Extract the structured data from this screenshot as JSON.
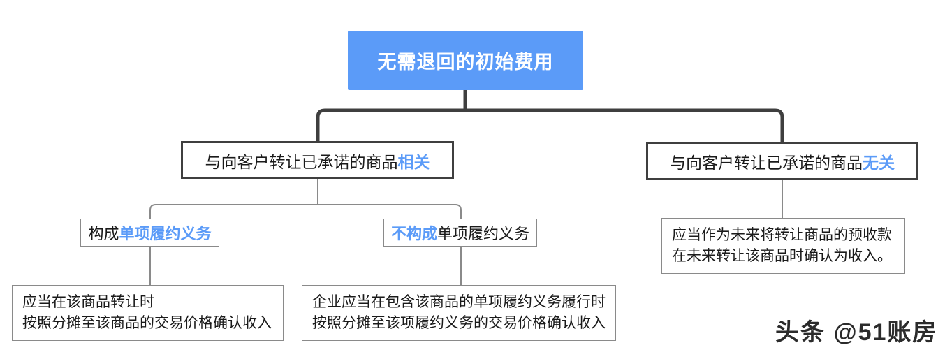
{
  "diagram": {
    "title_node": {
      "text": "无需退回的初始费用",
      "fill": "#5b9bf8",
      "text_color": "#ffffff"
    },
    "branches": [
      {
        "id": "related",
        "text_plain": "与向客户转让已承诺的商品",
        "text_highlight": "相关",
        "border_color": "#3f3f3f"
      },
      {
        "id": "unrelated",
        "text_plain": "与向客户转让已承诺的商品",
        "text_highlight": "无关",
        "border_color": "#3f3f3f"
      }
    ],
    "sub_branches": [
      {
        "id": "is-performance-obligation",
        "lead_plain": "构成",
        "lead_highlight": "单项履约义务",
        "highlight_first": false
      },
      {
        "id": "not-performance-obligation",
        "lead_highlight": "不构成",
        "lead_plain": "单项履约义务",
        "highlight_first": true
      }
    ],
    "outcomes": [
      {
        "id": "outcome-goods-transfer",
        "line1": "应当在该商品转让时",
        "line2": "按照分摊至该商品的交易价格确认收入"
      },
      {
        "id": "outcome-obligation-performed",
        "line1": "企业应当在包含该商品的单项履约义务履行时",
        "line2": "按照分摊至该项履约义务的交易价格确认收入"
      },
      {
        "id": "outcome-advance-receipt",
        "line1": "应当作为未来将转让商品的预收款",
        "line2": "在未来转让该商品时确认为收入。"
      }
    ],
    "accent_color": "#5b9bf8",
    "connector_color_primary": "#3f3f3f",
    "connector_color_secondary": "#8a8a8a"
  },
  "watermark": {
    "text": "头条 @51账房"
  }
}
